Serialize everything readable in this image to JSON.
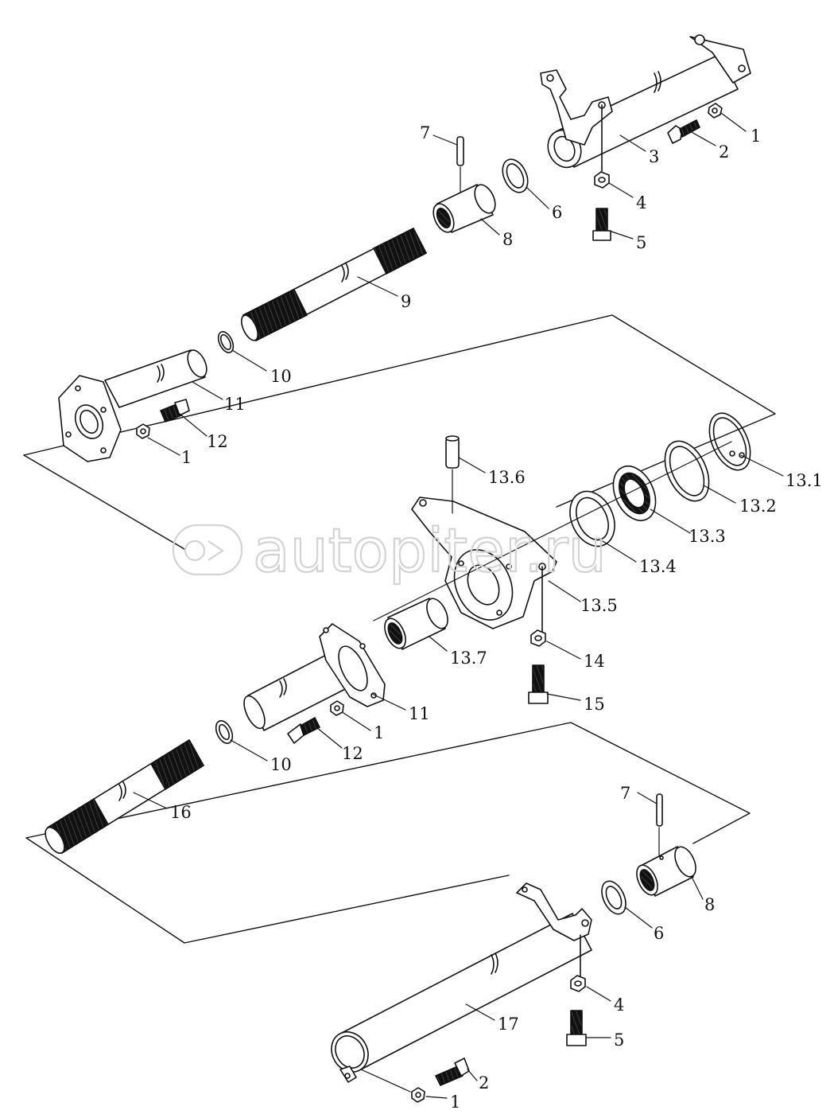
{
  "watermark": {
    "text": "autopiter.ru"
  },
  "callouts": {
    "c1a": "1",
    "c2a": "2",
    "c3": "3",
    "c4a": "4",
    "c5a": "5",
    "c6a": "6",
    "c7a": "7",
    "c8a": "8",
    "c9": "9",
    "c10a": "10",
    "c11a": "11",
    "c12a": "12",
    "c1b": "1",
    "c13_6": "13.6",
    "c13_1": "13.1",
    "c13_2": "13.2",
    "c13_3": "13.3",
    "c13_4": "13.4",
    "c13_5": "13.5",
    "c13_7": "13.7",
    "c14": "14",
    "c15": "15",
    "c11b": "11",
    "c1c": "1",
    "c12b": "12",
    "c10b": "10",
    "c16": "16",
    "c7b": "7",
    "c8b": "8",
    "c6b": "6",
    "c4b": "4",
    "c5b": "5",
    "c17": "17",
    "c1d": "1",
    "c2b": "2"
  }
}
